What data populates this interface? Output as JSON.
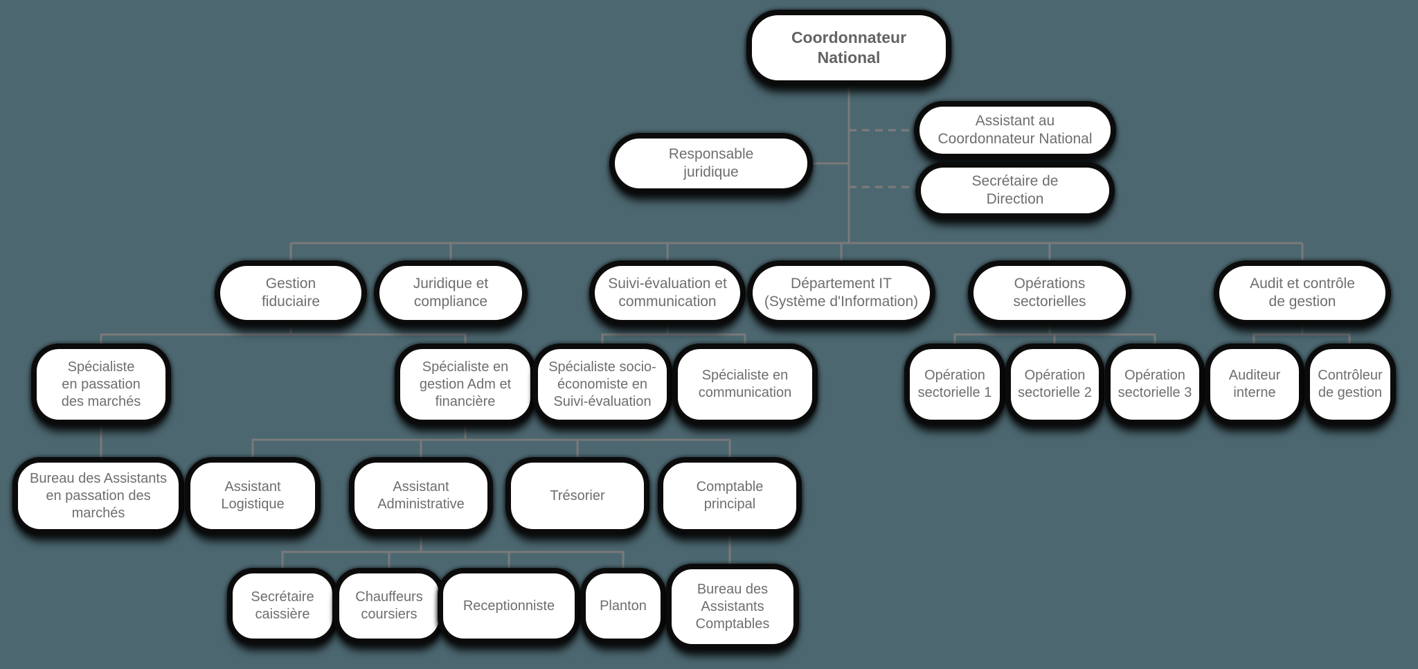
{
  "colors": {
    "background": "#4c6770",
    "box-fill": "#ffffff",
    "box-border": "#0b0b0b",
    "text": "#6e6e6e",
    "title-text": "#636363",
    "line": "#7a7a7a"
  },
  "nodes": {
    "coordonnateur": "Coordonnateur\nNational",
    "assistant_coordonnateur": "Assistant au\nCoordonnateur National",
    "secretaire_direction": "Secrétaire de\nDirection",
    "responsable_juridique": "Responsable\njuridique",
    "gestion_fiduciaire": "Gestion\nfiduciaire",
    "juridique_compliance": "Juridique et\ncompliance",
    "suivi_evaluation": "Suivi-évaluation et\ncommunication",
    "departement_it": "Département IT\n(Système d'Information)",
    "operations_sectorielles": "Opérations\nsectorielles",
    "audit_controle": "Audit et contrôle\nde gestion",
    "spec_passation": "Spécialiste\nen passation\ndes marchés",
    "spec_gestion_adm": "Spécialiste en\ngestion Adm et\nfinancière",
    "spec_socio_economiste": "Spécialiste socio-\néconomiste en\nSuivi-évaluation",
    "spec_communication": "Spécialiste en\ncommunication",
    "operation_sectorielle_1": "Opération\nsectorielle 1",
    "operation_sectorielle_2": "Opération\nsectorielle 2",
    "operation_sectorielle_3": "Opération\nsectorielle 3",
    "auditeur_interne": "Auditeur\ninterne",
    "controleur_gestion": "Contrôleur\nde gestion",
    "bureau_assistants_passation": "Bureau des Assistants\nen passation des\nmarchés",
    "assistant_logistique": "Assistant\nLogistique",
    "assistant_administrative": "Assistant\nAdministrative",
    "tresorier": "Trésorier",
    "comptable_principal": "Comptable\nprincipal",
    "secretaire_caissiere": "Secrétaire\ncaissière",
    "chauffeurs_coursiers": "Chauffeurs\ncoursiers",
    "receptionniste": "Receptionniste",
    "planton": "Planton",
    "bureau_assistants_comptables": "Bureau des\nAssistants\nComptables"
  }
}
